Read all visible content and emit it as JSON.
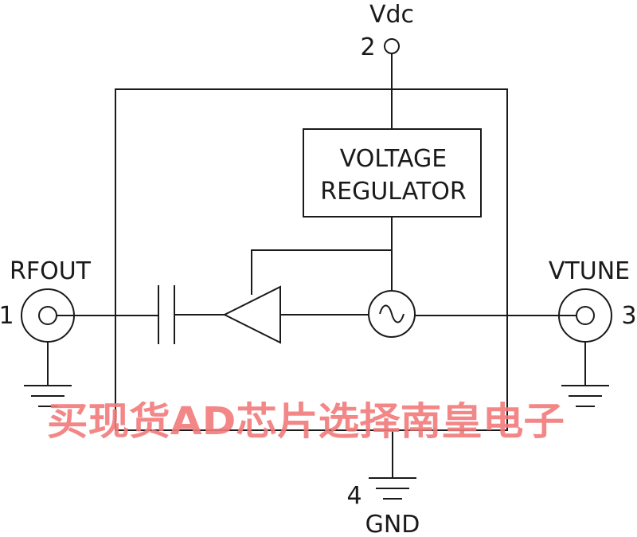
{
  "pins": {
    "vdc": {
      "label": "Vdc",
      "number": "2"
    },
    "rfout": {
      "label": "RFOUT",
      "number": "1"
    },
    "vtune": {
      "label": "VTUNE",
      "number": "3"
    },
    "gnd": {
      "label": "GND",
      "number": "4"
    }
  },
  "regulator": {
    "line1": "VOLTAGE",
    "line2": "REGULATOR"
  },
  "watermark": {
    "text": "买现货AD芯片选择南皇电子",
    "color": "#f27a7a"
  },
  "colors": {
    "line": "#1a1a1a",
    "background": "#ffffff"
  },
  "icons": {
    "amplifier": "triangle-amplifier-icon",
    "oscillator": "sine-oscillator-icon",
    "capacitor": "capacitor-icon",
    "ground": "ground-icon",
    "connector": "coax-connector-icon"
  }
}
